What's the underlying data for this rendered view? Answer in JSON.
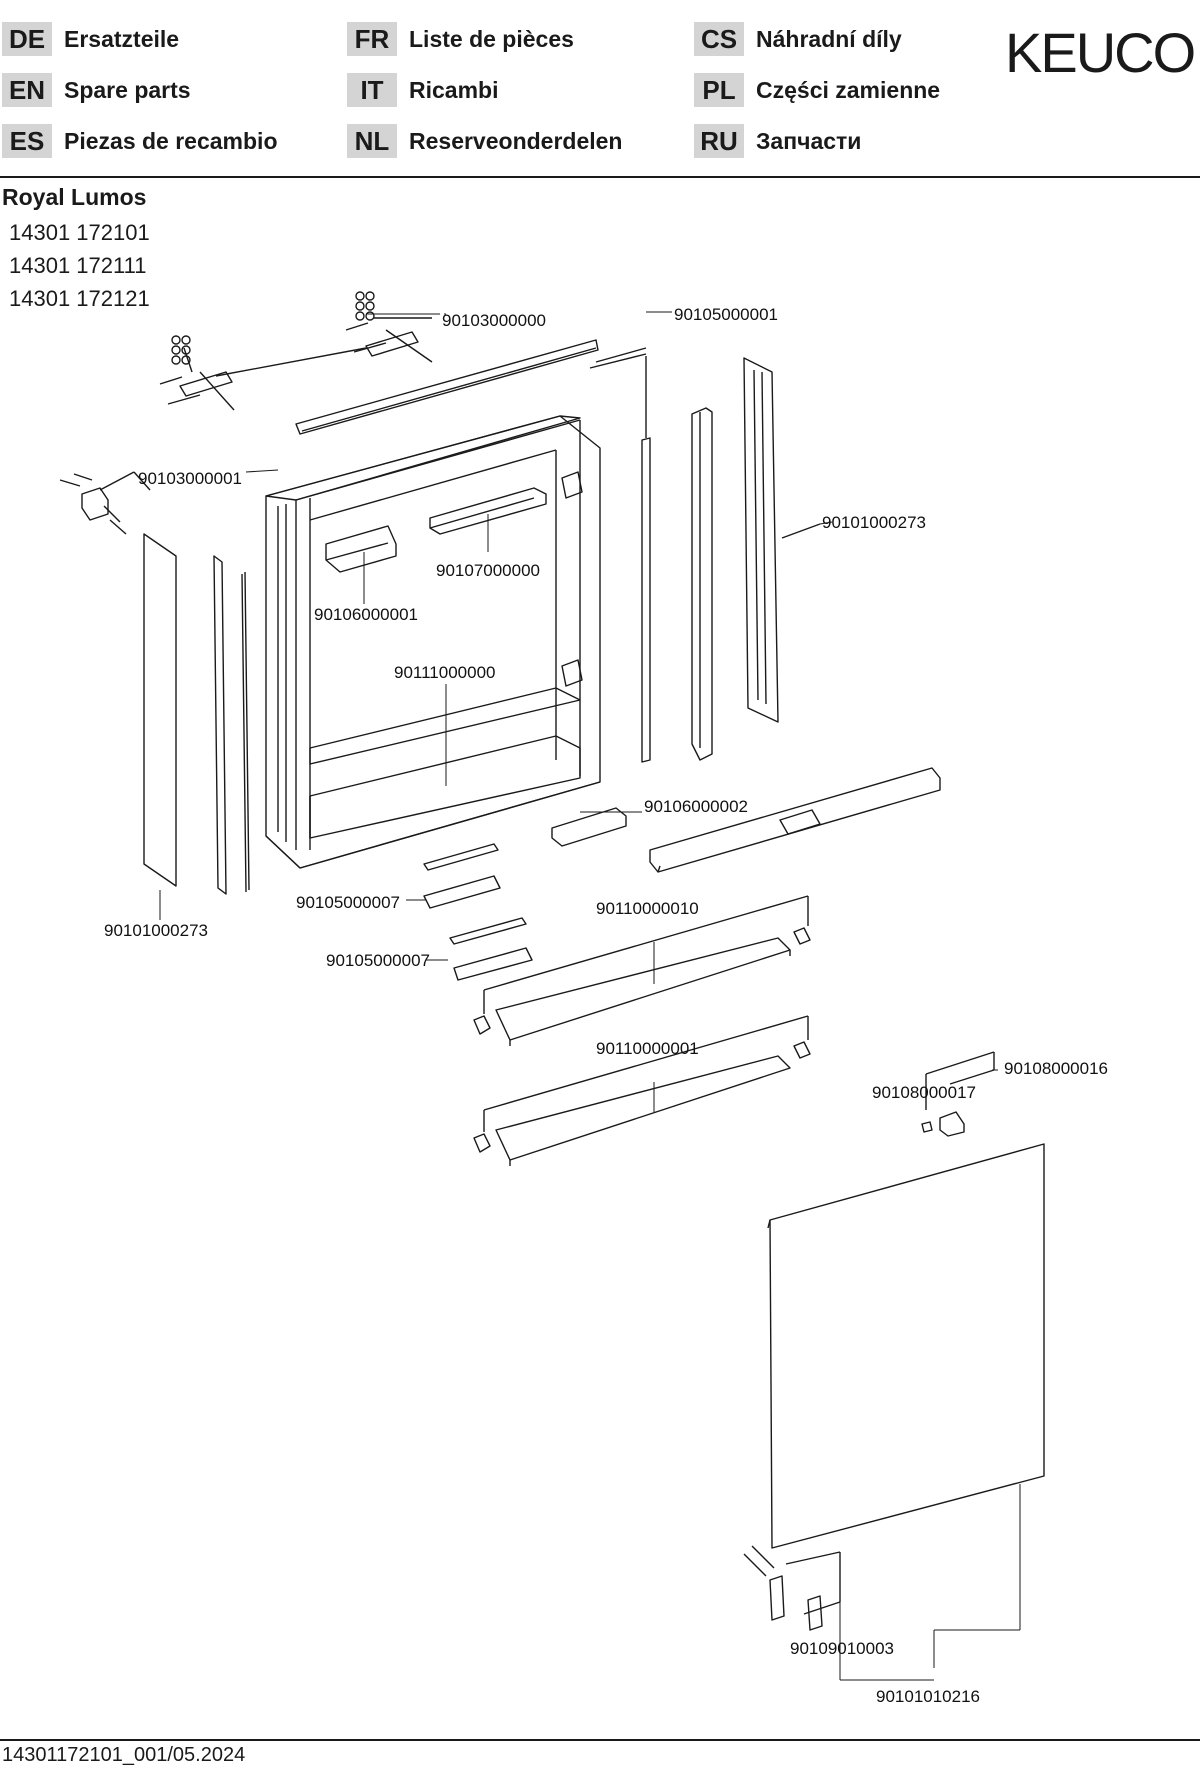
{
  "header": {
    "languages": [
      {
        "code": "DE",
        "label": "Ersatzteile"
      },
      {
        "code": "EN",
        "label": "Spare parts"
      },
      {
        "code": "ES",
        "label": "Piezas de recambio"
      },
      {
        "code": "FR",
        "label": "Liste de pièces"
      },
      {
        "code": "IT",
        "label": "Ricambi"
      },
      {
        "code": "NL",
        "label": "Reserveonderdelen"
      },
      {
        "code": "CS",
        "label": "Náhradní díly"
      },
      {
        "code": "PL",
        "label": "Części zamienne"
      },
      {
        "code": "RU",
        "label": "Запчасти"
      }
    ],
    "brand": "KEUCO"
  },
  "product": {
    "name": "Royal Lumos",
    "models": [
      "14301 172101",
      "14301 172111",
      "14301 172121"
    ]
  },
  "parts": {
    "p90103000000": "90103000000",
    "p90105000001": "90105000001",
    "p90103000001": "90103000001",
    "p90101000273_right": "90101000273",
    "p90107000000": "90107000000",
    "p90106000001": "90106000001",
    "p90111000000": "90111000000",
    "p90106000002": "90106000002",
    "p90105000007_a": "90105000007",
    "p90105000007_b": "90105000007",
    "p90101000273_left": "90101000273",
    "p90110000010": "90110000010",
    "p90110000001": "90110000001",
    "p90108000016": "90108000016",
    "p90108000017": "90108000017",
    "p90109010003": "90109010003",
    "p90101010216": "90101010216"
  },
  "footer": {
    "doc_id": "14301172101_001/05.2024"
  }
}
